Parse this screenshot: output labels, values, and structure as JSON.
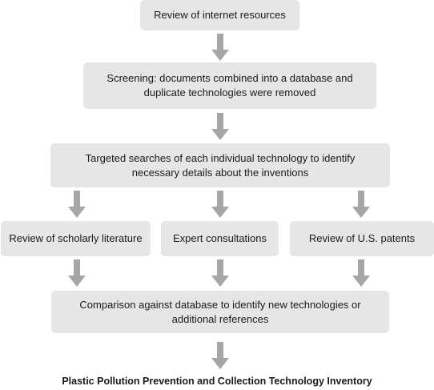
{
  "nodes": {
    "review_internet": {
      "lines": [
        "Review of internet resources"
      ]
    },
    "screening": {
      "lines": [
        "Screening: documents combined into a database and",
        "duplicate technologies were removed"
      ]
    },
    "targeted_searches": {
      "lines": [
        "Targeted searches of each individual technology to identify",
        "necessary details about the inventions"
      ]
    },
    "scholarly": {
      "lines": [
        "Review of scholarly literature"
      ]
    },
    "expert": {
      "lines": [
        "Expert consultations"
      ]
    },
    "patents": {
      "lines": [
        "Review of U.S. patents"
      ]
    },
    "comparison": {
      "lines": [
        "Comparison against database to identify new technologies or",
        "additional references"
      ]
    }
  },
  "footer": "Plastic Pollution Prevention and Collection Technology Inventory",
  "colors": {
    "box_fill": "#e6e6e6",
    "arrow_fill": "#a6a6a6",
    "text": "#1a1a1a"
  }
}
